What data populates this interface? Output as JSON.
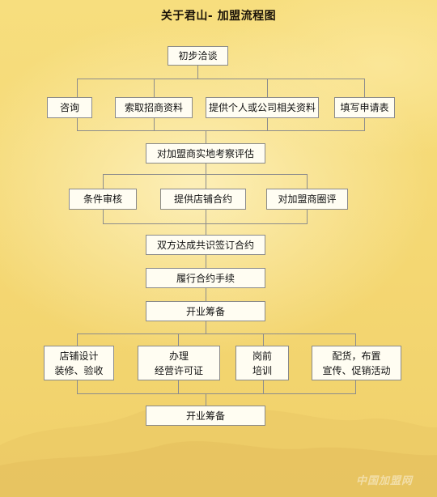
{
  "title": "关于君山- 加盟流程图",
  "steps": {
    "initial": "初步洽谈",
    "row1": [
      "咨询",
      "索取招商资料",
      "提供个人或公司相关资料",
      "填写申请表"
    ],
    "inspect": "对加盟商实地考察评估",
    "row2": [
      "条件审核",
      "提供店铺合约",
      "对加盟商圈评"
    ],
    "consensus": "双方达成共识签订合约",
    "fulfill": "履行合约手续",
    "prepare": "开业筹备",
    "row3": [
      [
        "店铺设计",
        "装修、验收"
      ],
      [
        "办理",
        "经营许可证"
      ],
      [
        "岗前",
        "培训"
      ],
      [
        "配货，布置",
        "宣传、促销活动"
      ]
    ],
    "final": "开业筹备"
  },
  "watermark": "中国加盟网",
  "colors": {
    "box_fill": "#fffdf2",
    "box_border": "#8a8a8a",
    "line": "#8c8c8c",
    "background": "#f6dc7c"
  }
}
